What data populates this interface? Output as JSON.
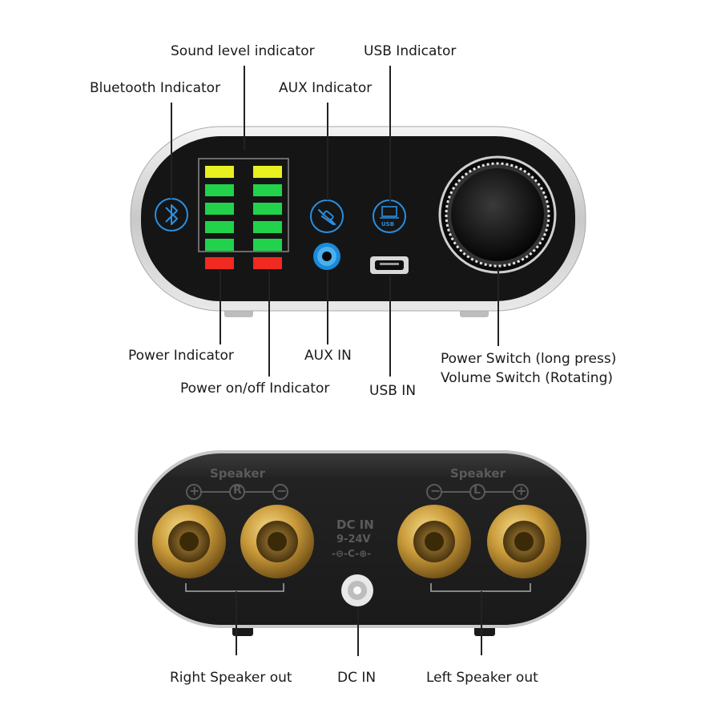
{
  "front_labels": {
    "sound_level": "Sound level indicator",
    "usb_indicator": "USB Indicator",
    "bluetooth_indicator": "Bluetooth Indicator",
    "aux_indicator": "AUX Indicator",
    "power_indicator": "Power  Indicator",
    "power_onoff_indicator": "Power on/off  Indicator",
    "aux_in": "AUX IN",
    "usb_in": "USB IN",
    "power_switch": "Power Switch (long press)",
    "volume_switch": "Volume Switch (Rotating)"
  },
  "front_panel": {
    "usb_icon_text": "USB"
  },
  "back_panel": {
    "speaker_left_group": "Speaker",
    "speaker_right_group": "Speaker",
    "right_channel": "R",
    "left_channel": "L",
    "plus": "+",
    "minus": "−",
    "dc_in_title": "DC IN",
    "dc_voltage": "9-24V",
    "polarity": "-⊖-C-⊕-"
  },
  "back_labels": {
    "right_speaker_out": "Right Speaker out",
    "dc_in": "DC IN",
    "left_speaker_out": "Left Speaker out"
  },
  "colors": {
    "led_yellow": "#e8f020",
    "led_green": "#22d24a",
    "led_red": "#f02a20",
    "accent_blue": "#2a8fe0"
  }
}
